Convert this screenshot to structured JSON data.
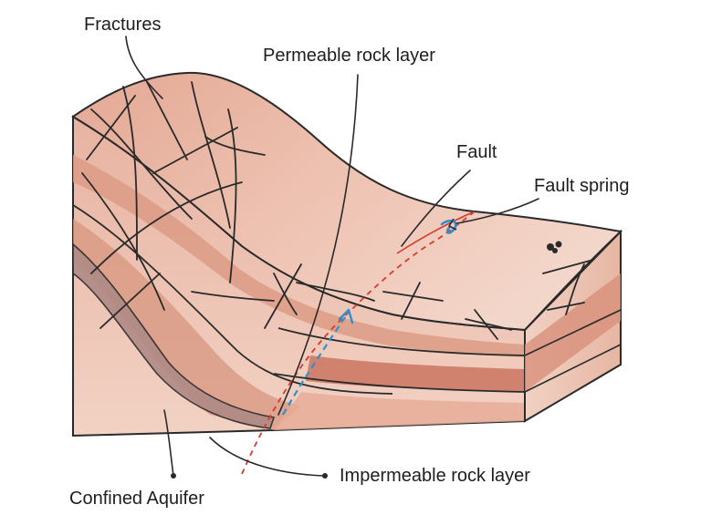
{
  "labels": {
    "fractures": "Fractures",
    "permeable": "Permeable rock layer",
    "fault": "Fault",
    "fault_spring": "Fault spring",
    "confined_aquifer": "Confined Aquifer",
    "impermeable": "Impermeable rock layer"
  },
  "colors": {
    "rock_light": "#edc7b6",
    "rock_mid": "#dd9d87",
    "rock_dark": "#cc7a66",
    "aquifer": "#b08a86",
    "outline": "#2a2a2a",
    "fault_line": "#d43c2e",
    "water_flow": "#2f8fd1",
    "text": "#1e1e1e"
  },
  "icons": {
    "water_arrow": "water-flow-arrow-icon",
    "spring": "spring-swirl-icon"
  }
}
